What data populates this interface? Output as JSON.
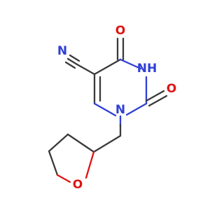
{
  "molecule": {
    "atoms": [
      {
        "id": "O1",
        "symbol": "O",
        "color": "#e01414"
      },
      {
        "id": "N3",
        "symbol": "NH",
        "color": "#2e3fd6"
      },
      {
        "id": "O2",
        "symbol": "O",
        "color": "#e01414"
      },
      {
        "id": "N1",
        "symbol": "N",
        "color": "#2e3fd6"
      },
      {
        "id": "Ncn",
        "symbol": "N",
        "color": "#2e3fd6"
      },
      {
        "id": "Oring",
        "symbol": "O",
        "color": "#e01414"
      }
    ],
    "bond_color": "#3a3a3a"
  }
}
